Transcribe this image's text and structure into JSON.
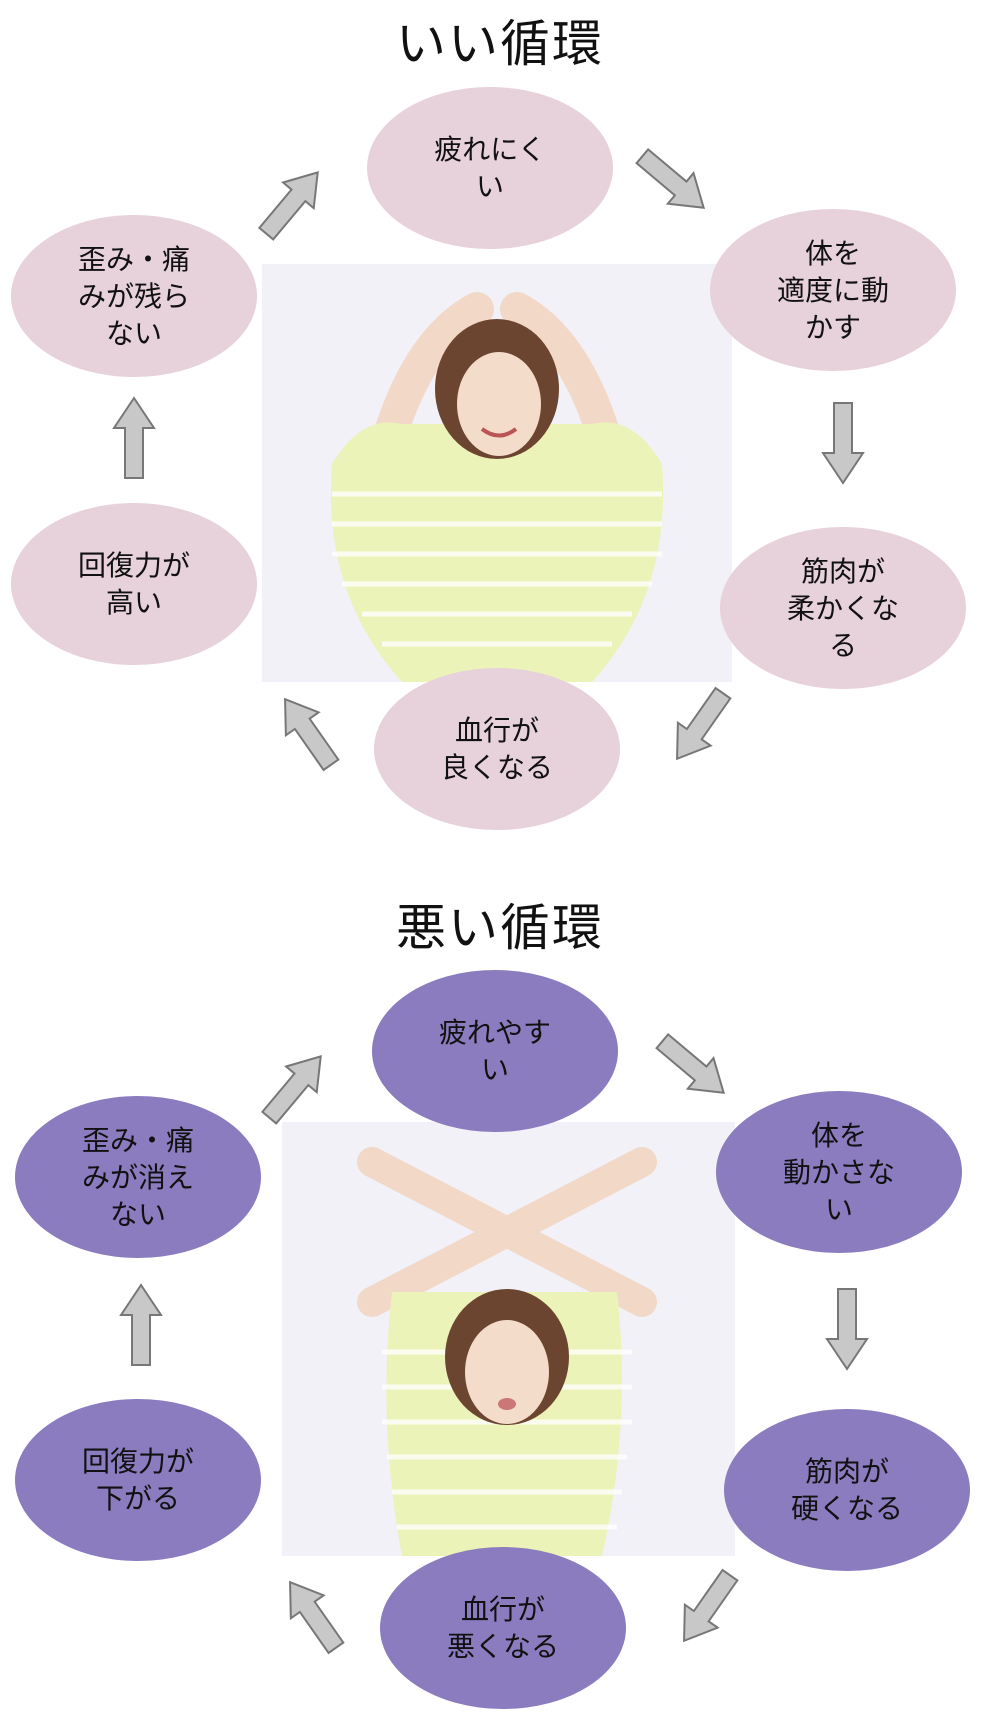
{
  "good_cycle": {
    "title": "いい循環",
    "nodes": [
      "疲れにく\nい",
      "体を\n適度に動\nかす",
      "筋肉が\n柔かくな\nる",
      "血行が\n良くなる",
      "回復力が\n高い",
      "歪み・痛\nみが残ら\nない"
    ],
    "node_color": "#e7d1da"
  },
  "bad_cycle": {
    "title": "悪い循環",
    "nodes": [
      "疲れやす\nい",
      "体を\n動かさな\nい",
      "筋肉が\n硬くなる",
      "血行が\n悪くなる",
      "回復力が\n下がる",
      "歪み・痛\nみが消え\nない"
    ],
    "node_color": "#8a7cbf"
  },
  "arrow_color": "#c8c8c8"
}
